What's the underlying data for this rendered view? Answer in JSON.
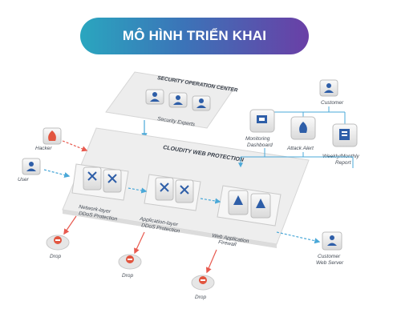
{
  "title": "MÔ HÌNH TRIỂN KHAI",
  "colors": {
    "arrow_blue": "#4aa8d8",
    "arrow_red": "#e85a4f",
    "drop_red": "#e2553f",
    "banner_start": "#2aa6bf",
    "banner_end": "#6a3fa6",
    "platform_fill": "#ececec",
    "icon_blue": "#2e5ea8"
  },
  "soc": {
    "title": "SECURITY OPERATION CENTER",
    "caption": "Security Experts"
  },
  "platform": {
    "title": "CLOUDITY WEB PROTECTION"
  },
  "sources": {
    "hacker": "Hacker",
    "user": "User"
  },
  "layers": {
    "network": [
      "Network-layer",
      "DDoS Protection"
    ],
    "application": [
      "Application-layer",
      "DDoS Protection"
    ],
    "waf": [
      "Web Application",
      "Firewall"
    ]
  },
  "drops": [
    "Drop",
    "Drop",
    "Drop"
  ],
  "customer": "Customer",
  "outputs": {
    "monitoring": [
      "Monitoring",
      "Dashboard"
    ],
    "alert": "Attack Alert",
    "report": [
      "Weekly/Monthly",
      "Report"
    ]
  },
  "web_server": [
    "Customer",
    "Web Server"
  ]
}
